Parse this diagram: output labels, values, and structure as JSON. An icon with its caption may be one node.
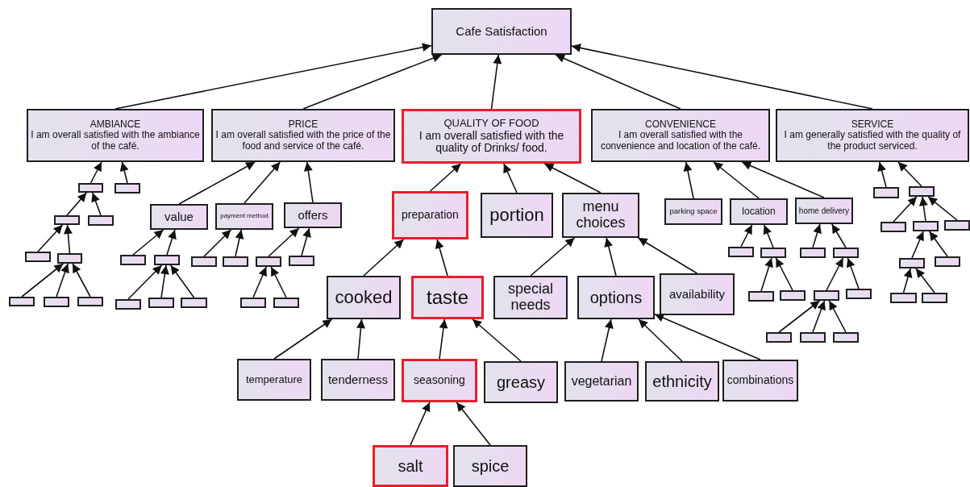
{
  "diagram": {
    "nodes": [
      {
        "text": [
          "Cafe Satisfaction"
        ]
      },
      {
        "text": [
          "AMBIANCE",
          "I am overall satisfied with the ambiance of the café."
        ]
      },
      {
        "text": [
          "PRICE",
          "I am overall satisfied with the price of the food and service of the café."
        ]
      },
      {
        "text": [
          "QUALITY OF FOOD",
          "I am overall satisfied with the quality of Drinks/ food."
        ]
      },
      {
        "text": [
          "CONVENIENCE",
          "I am overall satisfied with the convenience and location of the café."
        ]
      },
      {
        "text": [
          "SERVICE",
          "I am generally satisfied with the quality of the product serviced."
        ]
      },
      {
        "text": [],
        "shape": "box"
      },
      {
        "text": [],
        "shape": "box"
      },
      {
        "text": [],
        "shape": "box"
      },
      {
        "text": [],
        "shape": "box"
      },
      {
        "text": [],
        "shape": "box"
      },
      {
        "text": [],
        "shape": "box"
      },
      {
        "text": [],
        "shape": "box"
      },
      {
        "text": [],
        "shape": "box"
      },
      {
        "text": [],
        "shape": "box"
      },
      {
        "text": [
          "value"
        ]
      },
      {
        "text": [
          "payment method"
        ]
      },
      {
        "text": [
          "offers"
        ]
      },
      {
        "text": [],
        "shape": "box"
      },
      {
        "text": [],
        "shape": "box"
      },
      {
        "text": [],
        "shape": "box"
      },
      {
        "text": [],
        "shape": "box"
      },
      {
        "text": [],
        "shape": "box"
      },
      {
        "text": [],
        "shape": "box"
      },
      {
        "text": [],
        "shape": "box"
      },
      {
        "text": [],
        "shape": "box"
      },
      {
        "text": [],
        "shape": "box"
      },
      {
        "text": [],
        "shape": "box"
      },
      {
        "text": [],
        "shape": "box"
      },
      {
        "text": [
          "preparation"
        ]
      },
      {
        "text": [
          "portion"
        ]
      },
      {
        "text": [
          "menu choices"
        ]
      },
      {
        "text": [
          "cooked"
        ]
      },
      {
        "text": [
          "taste"
        ]
      },
      {
        "text": [
          "special needs"
        ]
      },
      {
        "text": [
          "options"
        ]
      },
      {
        "text": [
          "availability"
        ]
      },
      {
        "text": [
          "temperature"
        ]
      },
      {
        "text": [
          "tenderness"
        ]
      },
      {
        "text": [
          "seasoning"
        ]
      },
      {
        "text": [
          "greasy"
        ]
      },
      {
        "text": [
          "vegetarian"
        ]
      },
      {
        "text": [
          "ethnicity"
        ]
      },
      {
        "text": [
          "combinations"
        ]
      },
      {
        "text": [
          "salt"
        ]
      },
      {
        "text": [
          "spice"
        ]
      },
      {
        "text": [
          "parking space"
        ]
      },
      {
        "text": [
          "location"
        ]
      },
      {
        "text": [
          "home delivery"
        ]
      },
      {
        "text": [],
        "shape": "box"
      },
      {
        "text": [],
        "shape": "box"
      },
      {
        "text": [],
        "shape": "box"
      },
      {
        "text": [],
        "shape": "box"
      },
      {
        "text": [],
        "shape": "box"
      },
      {
        "text": [],
        "shape": "box"
      },
      {
        "text": [],
        "shape": "box"
      },
      {
        "text": [],
        "shape": "box"
      },
      {
        "text": [],
        "shape": "box"
      },
      {
        "text": [],
        "shape": "box"
      },
      {
        "text": [],
        "shape": "box"
      },
      {
        "text": [],
        "shape": "box"
      },
      {
        "text": [],
        "shape": "box"
      },
      {
        "text": [],
        "shape": "box"
      },
      {
        "text": [],
        "shape": "box"
      },
      {
        "text": [],
        "shape": "box"
      },
      {
        "text": [],
        "shape": "box"
      },
      {
        "text": [],
        "shape": "box"
      },
      {
        "text": [],
        "shape": "box"
      },
      {
        "text": [],
        "shape": "box"
      }
    ],
    "edges": [
      {
        "from": 1,
        "to": 0,
        "arrow": "to"
      },
      {
        "from": 2,
        "to": 0,
        "arrow": "to"
      },
      {
        "from": 3,
        "to": 0,
        "arrow": "to"
      },
      {
        "from": 4,
        "to": 0,
        "arrow": "to"
      },
      {
        "from": 5,
        "to": 0,
        "arrow": "to"
      },
      {
        "from": 6,
        "to": 1,
        "arrow": "to"
      },
      {
        "from": 7,
        "to": 1,
        "arrow": "to"
      },
      {
        "from": 8,
        "to": 6,
        "arrow": "to"
      },
      {
        "from": 9,
        "to": 6,
        "arrow": "to"
      },
      {
        "from": 10,
        "to": 8,
        "arrow": "to"
      },
      {
        "from": 11,
        "to": 8,
        "arrow": "to"
      },
      {
        "from": 12,
        "to": 11,
        "arrow": "to"
      },
      {
        "from": 13,
        "to": 11,
        "arrow": "to"
      },
      {
        "from": 14,
        "to": 11,
        "arrow": "to"
      },
      {
        "from": 15,
        "to": 2,
        "arrow": "to"
      },
      {
        "from": 16,
        "to": 2,
        "arrow": "to"
      },
      {
        "from": 17,
        "to": 2,
        "arrow": "to"
      },
      {
        "from": 18,
        "to": 15,
        "arrow": "to"
      },
      {
        "from": 19,
        "to": 15,
        "arrow": "to"
      },
      {
        "from": 20,
        "to": 16,
        "arrow": "to"
      },
      {
        "from": 21,
        "to": 16,
        "arrow": "to"
      },
      {
        "from": 22,
        "to": 17,
        "arrow": "to"
      },
      {
        "from": 23,
        "to": 17,
        "arrow": "to"
      },
      {
        "from": 24,
        "to": 19,
        "arrow": "to"
      },
      {
        "from": 25,
        "to": 19,
        "arrow": "to"
      },
      {
        "from": 26,
        "to": 19,
        "arrow": "to"
      },
      {
        "from": 27,
        "to": 22,
        "arrow": "to"
      },
      {
        "from": 28,
        "to": 22,
        "arrow": "to"
      },
      {
        "from": 29,
        "to": 3,
        "arrow": "to"
      },
      {
        "from": 30,
        "to": 3,
        "arrow": "to"
      },
      {
        "from": 31,
        "to": 3,
        "arrow": "to"
      },
      {
        "from": 32,
        "to": 29,
        "arrow": "to"
      },
      {
        "from": 33,
        "to": 29,
        "arrow": "to"
      },
      {
        "from": 34,
        "to": 31,
        "arrow": "to"
      },
      {
        "from": 35,
        "to": 31,
        "arrow": "to"
      },
      {
        "from": 36,
        "to": 31,
        "arrow": "to"
      },
      {
        "from": 37,
        "to": 32,
        "arrow": "to"
      },
      {
        "from": 38,
        "to": 32,
        "arrow": "to"
      },
      {
        "from": 39,
        "to": 33,
        "arrow": "to"
      },
      {
        "from": 40,
        "to": 33,
        "arrow": "to"
      },
      {
        "from": 41,
        "to": 35,
        "arrow": "to"
      },
      {
        "from": 42,
        "to": 35,
        "arrow": "to"
      },
      {
        "from": 43,
        "to": 35,
        "arrow": "to"
      },
      {
        "from": 44,
        "to": 39,
        "arrow": "to"
      },
      {
        "from": 45,
        "to": 39,
        "arrow": "to"
      },
      {
        "from": 46,
        "to": 4,
        "arrow": "to"
      },
      {
        "from": 47,
        "to": 4,
        "arrow": "to"
      },
      {
        "from": 48,
        "to": 4,
        "arrow": "to"
      },
      {
        "from": 49,
        "to": 47,
        "arrow": "to"
      },
      {
        "from": 50,
        "to": 47,
        "arrow": "to"
      },
      {
        "from": 51,
        "to": 48,
        "arrow": "to"
      },
      {
        "from": 52,
        "to": 48,
        "arrow": "to"
      },
      {
        "from": 53,
        "to": 50,
        "arrow": "to"
      },
      {
        "from": 54,
        "to": 50,
        "arrow": "to"
      },
      {
        "from": 55,
        "to": 52,
        "arrow": "to"
      },
      {
        "from": 56,
        "to": 52,
        "arrow": "to"
      },
      {
        "from": 57,
        "to": 55,
        "arrow": "to"
      },
      {
        "from": 58,
        "to": 55,
        "arrow": "to"
      },
      {
        "from": 59,
        "to": 55,
        "arrow": "to"
      },
      {
        "from": 60,
        "to": 5,
        "arrow": "to"
      },
      {
        "from": 61,
        "to": 5,
        "arrow": "to"
      },
      {
        "from": 62,
        "to": 61,
        "arrow": "to"
      },
      {
        "from": 63,
        "to": 61,
        "arrow": "to"
      },
      {
        "from": 64,
        "to": 61,
        "arrow": "to"
      },
      {
        "from": 65,
        "to": 63,
        "arrow": "to"
      },
      {
        "from": 66,
        "to": 63,
        "arrow": "to"
      },
      {
        "from": 67,
        "to": 65,
        "arrow": "to"
      },
      {
        "from": 68,
        "to": 65,
        "arrow": "to"
      }
    ]
  }
}
